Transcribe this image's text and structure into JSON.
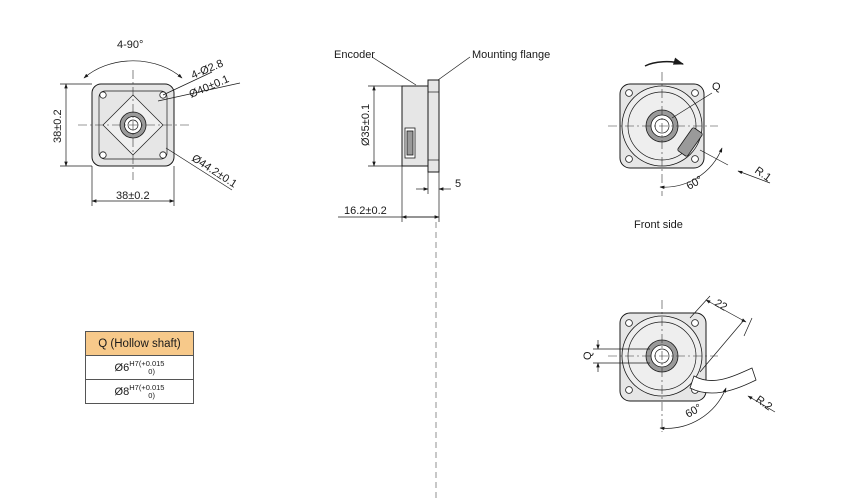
{
  "front_view": {
    "angle_label": "4-90°",
    "holes_label": "4-Ø2.8",
    "dia40_label": "Ø40±0.1",
    "dia44_label": "Ø44.2±0.1",
    "height_label": "38±0.2",
    "width_label": "38±0.2"
  },
  "side_view": {
    "encoder_label": "Encoder",
    "flange_label": "Mounting flange",
    "dia35_label": "Ø35±0.1",
    "flange_thickness_label": "5",
    "length_label": "16.2±0.2"
  },
  "rear_view": {
    "q_label": "Q",
    "radius_label": "R.1",
    "angle_label": "60°",
    "caption": "Front side"
  },
  "bottom_view": {
    "q_label": "Q",
    "dim22_label": "22",
    "radius_label": "R.2",
    "angle_label": "60°"
  },
  "table": {
    "header": "Q (Hollow shaft)",
    "rows": [
      {
        "base": "Ø6",
        "tol_class": "H7",
        "upper": "+0.015",
        "lower": "0"
      },
      {
        "base": "Ø8",
        "tol_class": "H7",
        "upper": "+0.015",
        "lower": "0"
      }
    ]
  }
}
